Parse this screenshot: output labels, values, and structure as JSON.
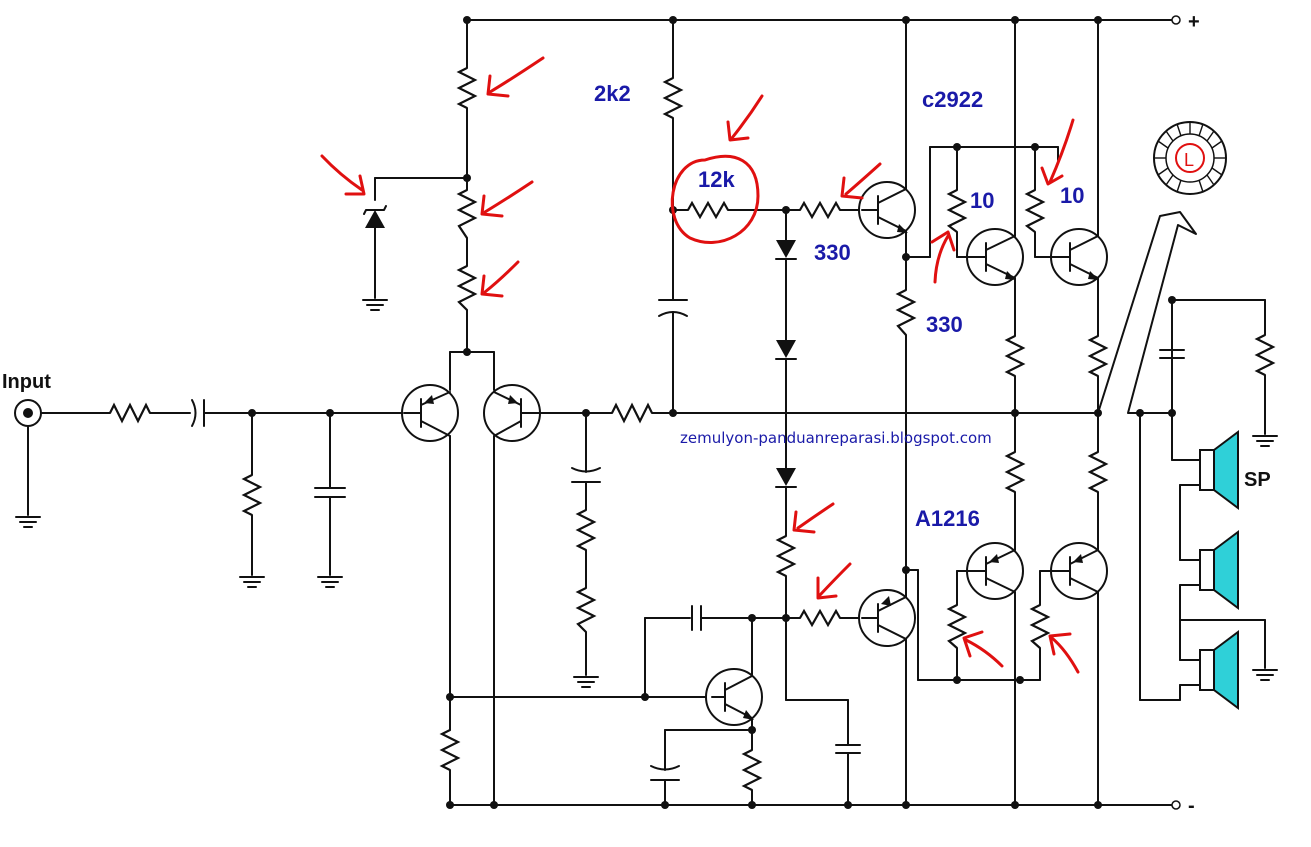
{
  "labels": {
    "input": "Input",
    "plus": "+",
    "minus": "-",
    "r_2k2": "2k2",
    "r_12k": "12k",
    "r_330_a": "330",
    "r_330_b": "330",
    "tr_c2922": "c2922",
    "r_10_a": "10",
    "r_10_b": "10",
    "tr_a1216": "A1216",
    "speaker": "SP",
    "inductor": "L",
    "website": "zemulyon-panduanreparasi.blogspot.com"
  },
  "colors": {
    "wire": "#111111",
    "annotation": "#e01010",
    "label": "#1a1aa8",
    "speaker": "#2fd0d8"
  }
}
